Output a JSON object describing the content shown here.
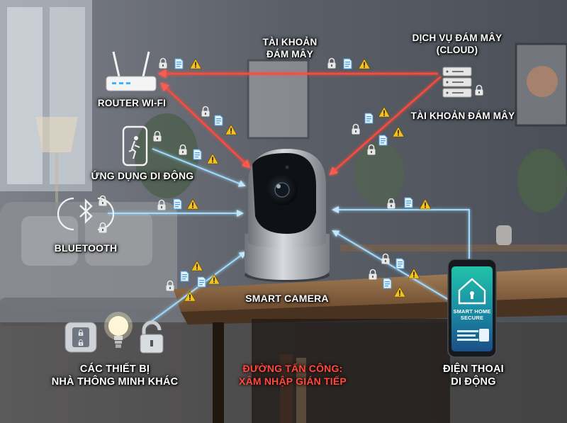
{
  "labels": {
    "cloud_account_top_line1": "TÀI KHOẢN",
    "cloud_account_top_line2": "ĐÁM MÂY",
    "cloud_service_line1": "DỊCH VỤ ĐÁM MÂY",
    "cloud_service_line2": "(CLOUD)",
    "cloud_account_right": "TÀI KHOẢN ĐÁM MÂY",
    "router": "ROUTER WI-FI",
    "mobile_app": "ỨNG DỤNG DI ĐỘNG",
    "bluetooth": "BLUETOOTH",
    "smart_camera": "SMART CAMERA",
    "other_devices_line1": "CÁC THIẾT BỊ",
    "other_devices_line2": "NHÀ THÔNG MINH KHÁC",
    "attack_path_line1": "ĐƯỜNG TẤN CÔNG:",
    "attack_path_line2": "XÂM NHẬP GIÁN TIẾP",
    "phone_line1": "ĐIỆN THOẠI",
    "phone_line2": "DI ĐỘNG",
    "phone_screen_line1": "SMART HOME",
    "phone_screen_line2": "SECURE"
  },
  "colors": {
    "threat_red": "#ff4a3d",
    "link_blue": "#9fdcff",
    "warning_yellow": "#f6c21a",
    "document_blue": "#4aa3e0"
  },
  "icons": [
    "router-icon",
    "server-icon",
    "phone-app-icon",
    "bluetooth-icon",
    "smart-camera-icon",
    "smart-lock-icon",
    "light-bulb-icon",
    "padlock-icon",
    "smartphone-icon",
    "warning-icon",
    "document-icon",
    "lock-icon"
  ]
}
